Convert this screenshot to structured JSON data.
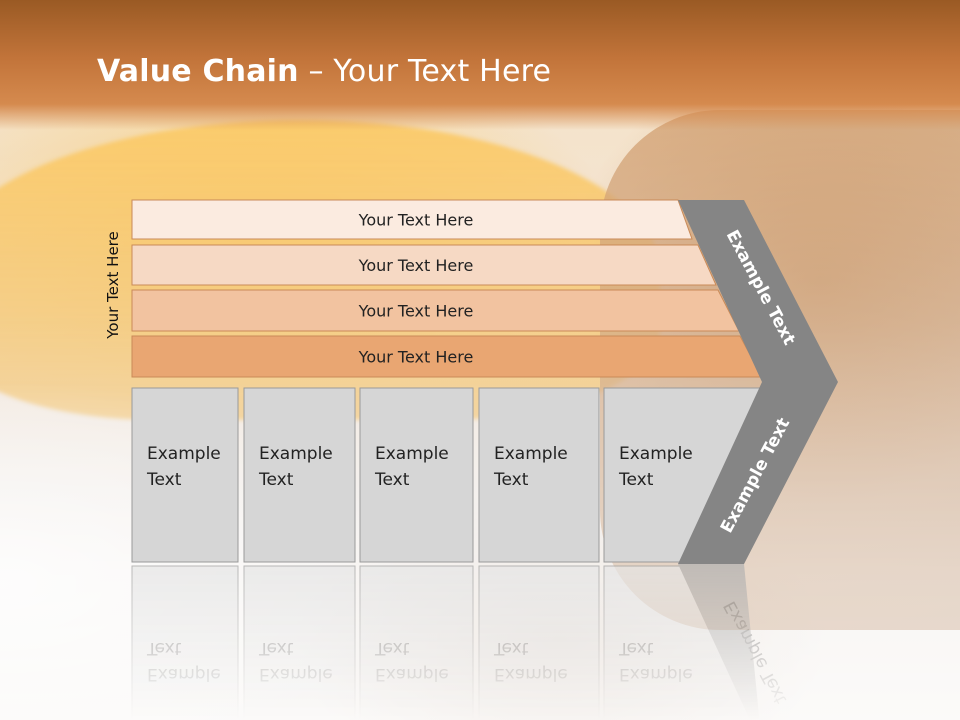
{
  "slide": {
    "title_bold": "Value Chain",
    "title_rest": " – Your Text Here"
  },
  "side_label": "Your Text Here",
  "bands": [
    {
      "label": "Your Text Here",
      "color": "#fbebe0"
    },
    {
      "label": "Your Text Here",
      "color": "#f6d9c4"
    },
    {
      "label": "Your Text Here",
      "color": "#f2c3a0"
    },
    {
      "label": "Your Text Here",
      "color": "#e9a672"
    }
  ],
  "columns": [
    {
      "line1": "Example",
      "line2": "Text"
    },
    {
      "line1": "Example",
      "line2": "Text"
    },
    {
      "line1": "Example",
      "line2": "Text"
    },
    {
      "line1": "Example",
      "line2": "Text"
    },
    {
      "line1": "Example",
      "line2": "Text"
    }
  ],
  "chevron": {
    "upper_label": "Example Text",
    "lower_label": "Example Text"
  },
  "colors": {
    "header": "#b8692f",
    "column_fill": "#d6d6d6",
    "chevron_fill": "#858585",
    "band_stroke": "#c98a58"
  }
}
